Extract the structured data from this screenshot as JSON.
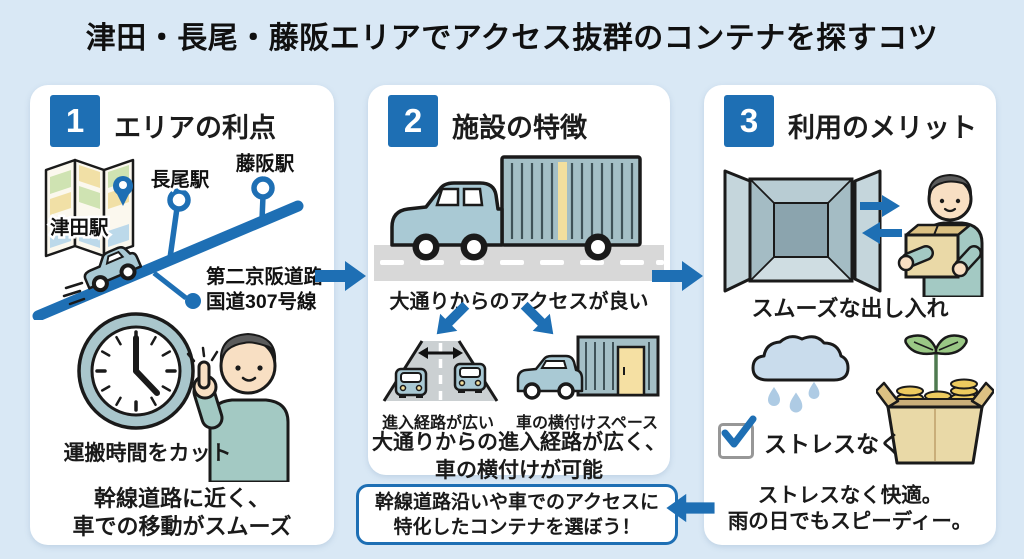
{
  "title": "津田・長尾・藤阪エリアでアクセス抜群のコンテナを探すコツ",
  "colors": {
    "accent": "#1e6fb4",
    "background": "#d9e8f5",
    "card": "#ffffff"
  },
  "panels": [
    {
      "number": "1",
      "heading": "エリアの利点",
      "map_station": "津田駅",
      "station_nagao": "長尾駅",
      "station_fujisaka": "藤阪駅",
      "road_keihan": "第二京阪道路",
      "road_307": "国道307号線",
      "caption_clock": "運搬時間をカット",
      "summary_line1": "幹線道路に近く、",
      "summary_line2": "車での移動がスムーズ"
    },
    {
      "number": "2",
      "heading": "施設の特徴",
      "caption_truck": "大通りからのアクセスが良い",
      "label_entry": "進入経路が広い",
      "label_parking": "車の横付けスペース",
      "summary_line1": "大通りからの進入経路が広く、",
      "summary_line2": "車の横付けが可能"
    },
    {
      "number": "3",
      "heading": "利用のメリット",
      "caption_container": "スムーズな出し入れ",
      "checkbox_label": "ストレスなく",
      "summary_line1": "ストレスなく快適。",
      "summary_line2": "雨の日でもスピーディー。"
    }
  ],
  "callout": {
    "line1": "幹線道路沿いや車でのアクセスに",
    "line2": "特化したコンテナを選ぼう！"
  }
}
